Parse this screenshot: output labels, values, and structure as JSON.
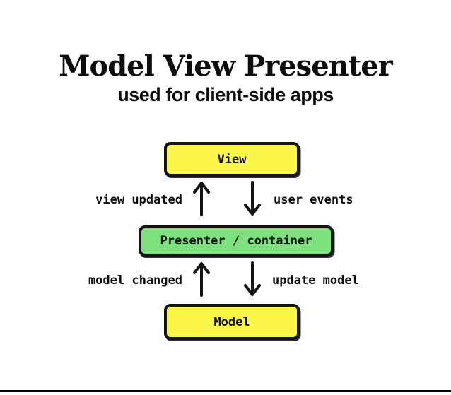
{
  "header": {
    "title": "Model View Presenter",
    "subtitle": "used for client-side apps"
  },
  "diagram": {
    "boxes": {
      "view": {
        "label": "View",
        "fill": "#FCF64B"
      },
      "presenter": {
        "label": "Presenter / container",
        "fill": "#7DE27D"
      },
      "model": {
        "label": "Model",
        "fill": "#FCF64B"
      }
    },
    "edges": {
      "view_updated": {
        "label": "view updated",
        "direction": "up",
        "from": "presenter",
        "to": "view"
      },
      "user_events": {
        "label": "user events",
        "direction": "down",
        "from": "view",
        "to": "presenter"
      },
      "model_changed": {
        "label": "model changed",
        "direction": "up",
        "from": "model",
        "to": "presenter"
      },
      "update_model": {
        "label": "update model",
        "direction": "down",
        "from": "presenter",
        "to": "model"
      }
    }
  },
  "colors": {
    "box_yellow": "#FCF64B",
    "box_green": "#7DE27D",
    "stroke": "#151515",
    "background": "#FFFFFF"
  }
}
